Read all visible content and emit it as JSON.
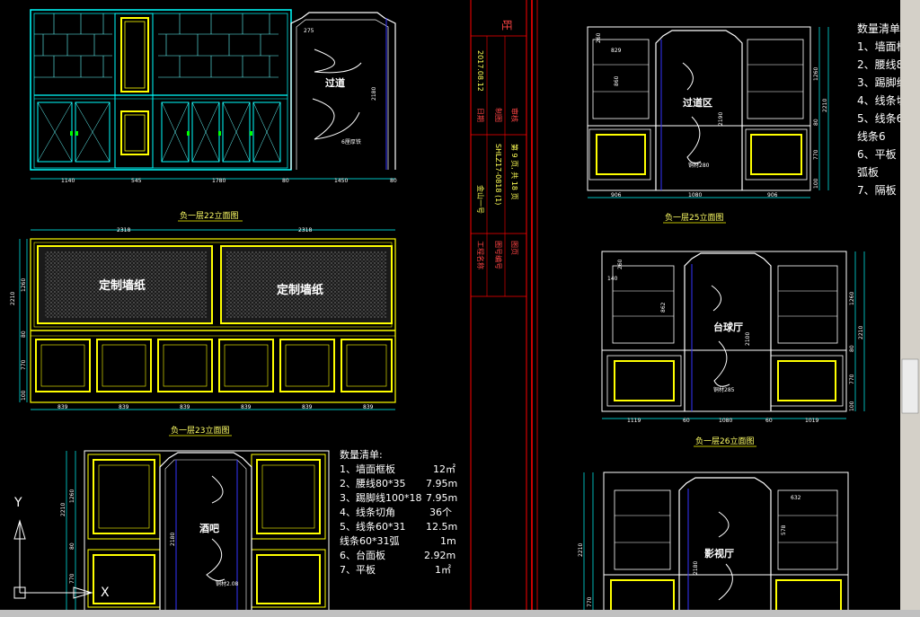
{
  "elevation_22": {
    "title": "负一层22立面图",
    "room": "过道",
    "dims": [
      "1140",
      "545",
      "1780",
      "80",
      "1450",
      "80"
    ],
    "vdims": [
      "275",
      "2180"
    ],
    "note": "6厘厚铁"
  },
  "elevation_23": {
    "title": "负一层23立面图",
    "wallpaper_left": "定制墙纸",
    "wallpaper_right": "定制墙纸",
    "top_dims": [
      "2318",
      "2318"
    ],
    "bottom_dims": [
      "839",
      "839",
      "839",
      "839",
      "839",
      "839"
    ],
    "vdims": [
      "2210",
      "1260",
      "80",
      "770",
      "100"
    ]
  },
  "elevation_bar": {
    "room": "酒吧",
    "vdims": [
      "2210",
      "1260",
      "80",
      "770"
    ],
    "vdims2": [
      "2180"
    ],
    "note": "铜材2.08"
  },
  "elevation_25": {
    "title": "负一层25立面图",
    "room": "过道区",
    "dims": [
      "906",
      "1080",
      "906"
    ],
    "vdims": [
      "2210",
      "1260",
      "80",
      "770",
      "100"
    ],
    "left_dims": [
      "260",
      "829",
      "860"
    ],
    "inner_dim": "2190",
    "note": "铜材280"
  },
  "elevation_26": {
    "title": "负一层26立面图",
    "room": "台球厅",
    "dims": [
      "1119",
      "60",
      "1080",
      "60",
      "1019"
    ],
    "vdims": [
      "2210",
      "1260",
      "80",
      "770",
      "100"
    ],
    "left_dims": [
      "260",
      "140",
      "862"
    ],
    "inner_dim": "2100",
    "note": "铜材285"
  },
  "elevation_27": {
    "room": "影视厅",
    "vdims": [
      "2210",
      "770"
    ],
    "dims": [
      "632",
      "578"
    ],
    "inner_dim": "2180"
  },
  "quantities_small": {
    "heading": "数量清单:",
    "items": [
      {
        "name": "1、墙面框板",
        "value": "12㎡"
      },
      {
        "name": "2、腰线80*35",
        "value": "7.95m"
      },
      {
        "name": "3、踢脚线100*18",
        "value": "7.95m"
      },
      {
        "name": "4、线条切角",
        "value": "36个"
      },
      {
        "name": "5、线条60*31",
        "value": "12.5m"
      },
      {
        "name": "   线条60*31弧",
        "value": "1m"
      },
      {
        "name": "6、台面板",
        "value": "2.92m"
      },
      {
        "name": "7、平板",
        "value": "1㎡"
      }
    ]
  },
  "quantities_right": {
    "heading": "数量清单",
    "items": [
      "1、墙面框",
      "2、腰线8",
      "3、踢脚线",
      "4、线条切",
      "5、线条6",
      "   线条6",
      "6、平板",
      "   弧板",
      "7、隔板"
    ]
  },
  "title_block": {
    "company": "旺",
    "project_label": "工程名称",
    "project_value": "金山一号",
    "drawing_no_label": "图号编号",
    "drawing_no_value": "SHLZ17-0818 (1)",
    "date_label": "日期",
    "date_value": "2017.08.12",
    "sheet_label": "图页",
    "sheet_value": "第 9 页, 共 18 页",
    "design_label": "制图",
    "check_label": "审核"
  },
  "ucs": {
    "y": "Y",
    "x": "X"
  },
  "colors": {
    "bg": "#000000",
    "cyan": "#00ffff",
    "yellow": "#ffff00",
    "white": "#ffffff",
    "red": "#ff0000",
    "green": "#00ff00",
    "blue": "#3333ff"
  }
}
